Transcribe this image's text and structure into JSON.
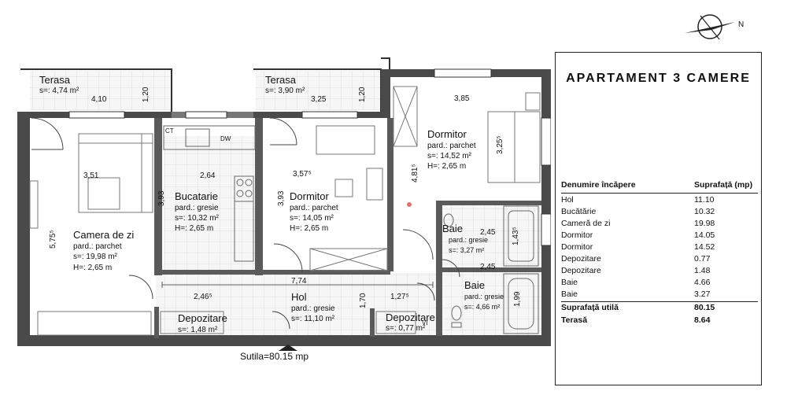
{
  "title": "APARTAMENT 3 CAMERE",
  "table": {
    "header": {
      "name": "Denumire încăpere",
      "area": "Suprafață (mp)"
    },
    "rows": [
      {
        "name": "Hol",
        "area": "11.10"
      },
      {
        "name": "Bucătărie",
        "area": "10.32"
      },
      {
        "name": "Cameră de zi",
        "area": "19.98"
      },
      {
        "name": "Dormitor",
        "area": "14.05"
      },
      {
        "name": "Dormitor",
        "area": "14.52"
      },
      {
        "name": "Depozitare",
        "area": "0.77"
      },
      {
        "name": "Depozitare",
        "area": "1.48"
      },
      {
        "name": "Baie",
        "area": "4.66"
      },
      {
        "name": "Baie",
        "area": "3.27"
      }
    ],
    "total": {
      "name": "Suprafață utilă",
      "area": "80.15"
    },
    "terrace": {
      "name": "Terasă",
      "area": "8.64"
    }
  },
  "compass": {
    "letter": "N"
  },
  "footer": {
    "total_area": "Sutila=80.15 mp"
  },
  "rooms": {
    "terasa1": {
      "name": "Terasa",
      "area": "s=: 4,74 m²",
      "width": "4,10",
      "depth": "1,20"
    },
    "terasa2": {
      "name": "Terasa",
      "area": "s=: 3,90 m²",
      "width": "3,25",
      "depth": "1,20"
    },
    "camera": {
      "name": "Camera de zi",
      "floor": "pard.: parchet",
      "area": "s=: 19,98 m²",
      "height": "H=: 2,65 m",
      "width": "3,51",
      "depth": "5,75⁵"
    },
    "bucatarie": {
      "name": "Bucatarie",
      "floor": "pard.: gresie",
      "area": "s=: 10,32 m²",
      "height": "H=: 2,65 m",
      "width": "2,64",
      "depth": "3,93",
      "ct": "CT",
      "dw": "DW"
    },
    "dormitor1": {
      "name": "Dormitor",
      "floor": "pard.: parchet",
      "area": "s=: 14,05 m²",
      "height": "H=: 2,65 m",
      "width": "3,57⁵",
      "depth": "3,93"
    },
    "dormitor2": {
      "name": "Dormitor",
      "floor": "pard.: parchet",
      "area": "s=: 14,52 m²",
      "height": "H=: 2,65 m",
      "width": "3,85",
      "depth": "3,25⁵",
      "side": "4,81⁵"
    },
    "baie1": {
      "name": "Baie",
      "floor": "pard.: gresie",
      "area": "s=: 3,27 m²",
      "width": "2,45",
      "depth": "1,43⁵"
    },
    "baie2": {
      "name": "Baie",
      "floor": "pard.: gresie",
      "area": "s=: 4,66 m²",
      "width": "2,45",
      "depth": "1,99"
    },
    "hol": {
      "name": "Hol",
      "floor": "pard.: gresie",
      "area": "s=: 11,10 m²",
      "length": "7,74",
      "depth": "1,70",
      "left": "2,46⁵",
      "right": "1,27⁵"
    },
    "depozitare1": {
      "name": "Depozitare",
      "area": "s=: 1,48 m²"
    },
    "depozitare2": {
      "name": "Depozitare",
      "area": "s=: 0,77 m²",
      "tag": "VI"
    }
  }
}
